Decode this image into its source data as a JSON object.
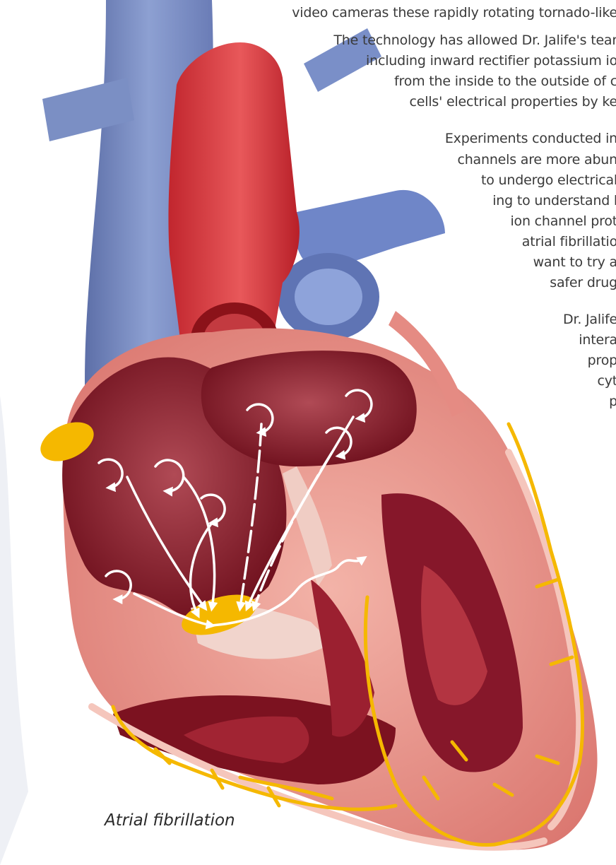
{
  "article": {
    "text_lines": [
      "video cameras these rapidly rotating tornado-like",
      "The technology has allowed Dr. Jalife's tear",
      "including inward rectifier potassium io",
      "from the inside to the outside of c",
      "cells' electrical properties by ke",
      "Experiments conducted in",
      "channels are more abun",
      "to undergo electrical",
      "ing to understand l",
      "ion channel prot",
      "atrial fibrillatio",
      "want to try a",
      "safer drug",
      "Dr. Jalife",
      "intera",
      "prop",
      "cyt",
      "p"
    ]
  },
  "figure": {
    "caption": "Atrial fibrillation",
    "colors": {
      "vein_blue": "#7b8fc4",
      "aorta_red": "#d83a3f",
      "chamber_dark": "#7c1220",
      "wall_pink": "#e88f88",
      "conduction_yellow": "#f5b800",
      "arrow_white": "#ffffff"
    }
  }
}
